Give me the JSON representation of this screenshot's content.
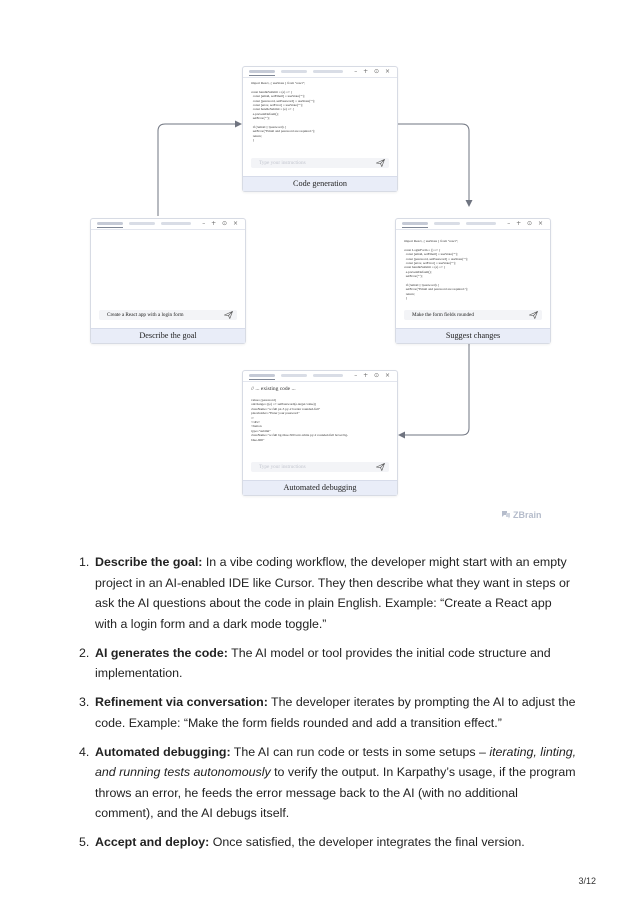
{
  "diagram": {
    "win_controls": "– + ⊙ ×",
    "code_generation": {
      "caption": "Code generation",
      "code": "import React, { useState } from \"react\";\n\nconst handleSubmit = (e) => {\n  const [email, setEmail] = useState(\"\");\n  const [password, setPassword] = useState(\"\");\n  const [error, setError] = useState(\"\");\n  const handleSubmit = (e) => {\n  e.preventDefault();\n  setError(\"\");\n\n  if (!email || !password) {\n  setError(\"Email and password are required.\");\n  return;\n  }",
      "placeholder": "Type your instructions"
    },
    "describe_goal": {
      "caption": "Describe the goal",
      "prompt": "Create a React app with a login form"
    },
    "suggest_changes": {
      "caption": "Suggest changes",
      "code": "import React, { useState } from \"react\";\n\nconst LoginForm = () => {\n  const [email, setEmail] = useState(\"\");\n  const [password, setPassword] = useState(\"\");\n  const [error, setError] = useState(\"\");\nconst handleSubmit = (e) => {\n  e.preventDefault();\n  setError(\"\");\n\n  if (!email || !password) {\n  setError(\"Email and password are required.\");\n  return;\n  }",
      "prompt": "Make the form fields rounded"
    },
    "automated_debugging": {
      "caption": "Automated debugging",
      "code_header": "// ... existing code ...",
      "code": "value={password}\nonChange={(e) => setPassword(e.target.value)}\nclassName=\"w-full px-3 py-2 border rounded-full\"\nplaceholder=\"Enter your password\"\n/>\n</div>\n<button\ntype=\"submit\"\nclassName=\"w-full bg-blue-500 text-white py-2 rounded-full hover:bg-\nblue-600\"",
      "placeholder": "Type your instructions"
    },
    "logo": "ZBrain"
  },
  "steps": [
    {
      "num": "1.",
      "title": "Describe the goal:",
      "text": " In a vibe coding workflow, the developer might start with an empty project in an AI-enabled IDE like Cursor. They then describe what they want in steps or ask the AI questions about the code in plain English. Example: “Create a React app with a login form and a dark mode toggle.”"
    },
    {
      "num": "2.",
      "title": "AI generates the code:",
      "text": " The AI model or tool provides the initial code structure and implementation."
    },
    {
      "num": "3.",
      "title": "Refinement via conversation:",
      "text": " The developer iterates by prompting the AI to adjust the code. Example: “Make the form fields rounded and add a transition effect.”"
    },
    {
      "num": "4.",
      "title": "Automated debugging:",
      "text_a": " The AI can run code or tests in some setups – ",
      "text_italic": "iterating, linting, and running tests autonomously",
      "text_b": " to verify the output. In Karpathy’s usage, if the program throws an error, he feeds the error message back to the AI (with no additional comment), and the AI debugs itself."
    },
    {
      "num": "5.",
      "title": "Accept and deploy:",
      "text": " Once satisfied, the developer integrates the final version."
    }
  ],
  "page_number": "3/12"
}
